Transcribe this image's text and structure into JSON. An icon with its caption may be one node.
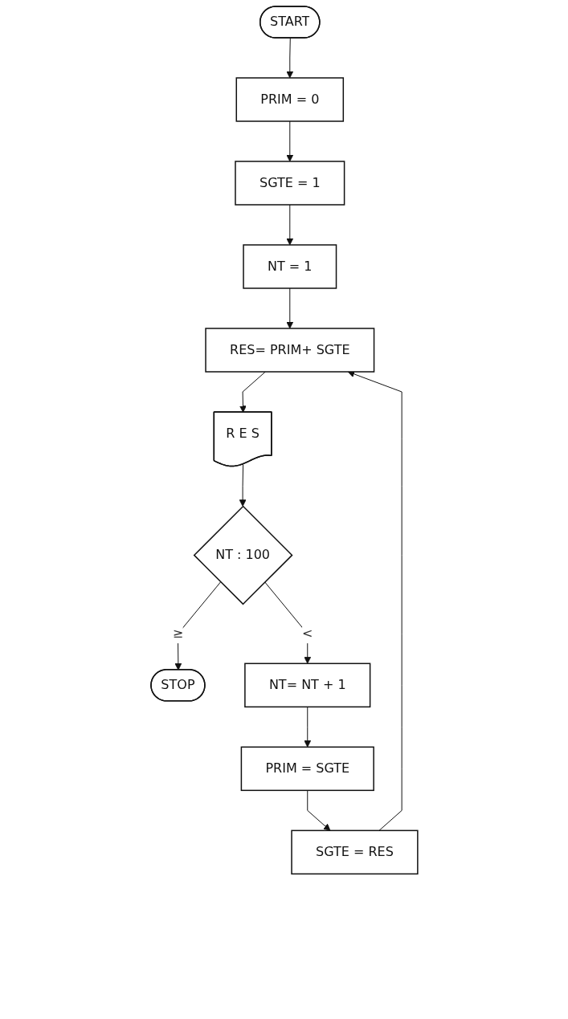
{
  "diagram": {
    "nodes": [
      {
        "text": [
          "START"
        ]
      },
      {
        "text": [
          "PRIM = 0"
        ]
      },
      {
        "text": [
          "SGTE = 1"
        ]
      },
      {
        "text": [
          "NT = 1"
        ]
      },
      {
        "text": [
          "RES= PRIM+ SGTE"
        ]
      },
      {
        "text": [
          "R E S"
        ]
      },
      {
        "text": [
          "NT : 100"
        ]
      },
      {
        "text": [
          "STOP"
        ]
      },
      {
        "text": [
          "NT= NT + 1"
        ]
      },
      {
        "text": [
          "PRIM = SGTE"
        ]
      },
      {
        "text": [
          "SGTE = RES"
        ]
      }
    ],
    "edges": [
      {
        "from": 0,
        "to": 1,
        "arrow": "to"
      },
      {
        "from": 1,
        "to": 2,
        "arrow": "to"
      },
      {
        "from": 2,
        "to": 3,
        "arrow": "to"
      },
      {
        "from": 3,
        "to": 4,
        "arrow": "to"
      },
      {
        "from": 4,
        "to": 5,
        "arrow": "to"
      },
      {
        "from": 5,
        "to": 6,
        "arrow": "to"
      },
      {
        "from": 6,
        "to": 7,
        "label": "≥",
        "arrow": "to"
      },
      {
        "from": 6,
        "to": 8,
        "label": "<",
        "arrow": "to"
      },
      {
        "from": 8,
        "to": 9,
        "arrow": "to"
      },
      {
        "from": 9,
        "to": 10,
        "arrow": "to"
      },
      {
        "from": 10,
        "to": 4,
        "arrow": "to"
      }
    ]
  }
}
